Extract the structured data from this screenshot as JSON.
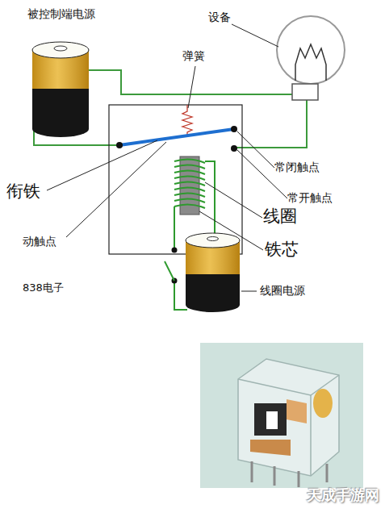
{
  "diagram": {
    "labels": [
      "被控制端电源",
      "设备",
      "弹簧",
      "常闭触点",
      "衔铁",
      "常开触点",
      "线圈",
      "动触点",
      "铁芯",
      "838电子",
      "线圈电源",
      "天成手游网"
    ]
  }
}
